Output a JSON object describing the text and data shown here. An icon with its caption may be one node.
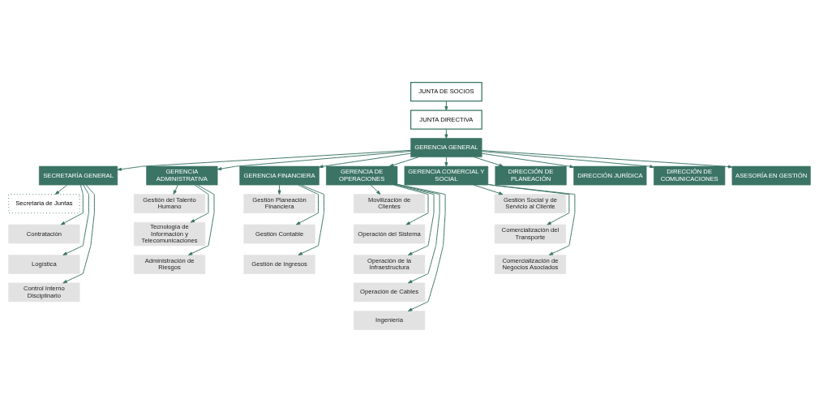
{
  "diagram": {
    "nodes": [
      {
        "text": [
          "JUNTA DE SOCIOS"
        ]
      },
      {
        "text": [
          "JUNTA DIRECTIVA"
        ]
      },
      {
        "text": [
          "GERENCIA GENERAL"
        ]
      },
      {
        "text": [
          "SECRETARÍA GENERAL"
        ]
      },
      {
        "text": [
          "Secretaria de Juntas"
        ]
      },
      {
        "text": [
          "Contratación"
        ]
      },
      {
        "text": [
          "Logística"
        ]
      },
      {
        "text": [
          "Control Interno Disciplinario"
        ]
      },
      {
        "text": [
          "GERENCIA ADMINISTRATIVA"
        ]
      },
      {
        "text": [
          "Gestión del Talento Humano"
        ]
      },
      {
        "text": [
          "Tecnología de Información y Telecomunicaciones"
        ]
      },
      {
        "text": [
          "Administración de Riesgos"
        ]
      },
      {
        "text": [
          "GERENCIA FINANCIERA"
        ]
      },
      {
        "text": [
          "Gestión Planeación Financiera"
        ]
      },
      {
        "text": [
          "Gestión Contable"
        ]
      },
      {
        "text": [
          "Gestión de Ingresos"
        ]
      },
      {
        "text": [
          "GERENCIA DE OPERACIONES"
        ]
      },
      {
        "text": [
          "Movilización de Clientes"
        ]
      },
      {
        "text": [
          "Operación del Sistema"
        ]
      },
      {
        "text": [
          "Operación de la Infraestructura"
        ]
      },
      {
        "text": [
          "Operación de Cables"
        ]
      },
      {
        "text": [
          "Ingeniería"
        ]
      },
      {
        "text": [
          "GERENCIA COMERCIAL Y SOCIAL"
        ]
      },
      {
        "text": [
          "Gestión Social y de Servicio al Cliente"
        ]
      },
      {
        "text": [
          "Comercialización del Transporte"
        ]
      },
      {
        "text": [
          "Comercialización de Negocios Asociados"
        ]
      },
      {
        "text": [
          "DIRECCIÓN DE PLANEACIÓN"
        ]
      },
      {
        "text": [
          "DIRECCIÓN JURÍDICA"
        ]
      },
      {
        "text": [
          "DIRECCIÓN DE COMUNICACIONES"
        ]
      },
      {
        "text": [
          "ASESORÍA EN GESTIÓN"
        ]
      }
    ],
    "edges": [
      {
        "from": 0,
        "to": 1,
        "arrow": "to"
      },
      {
        "from": 1,
        "to": 2,
        "arrow": "to"
      },
      {
        "from": 2,
        "to": 3,
        "arrow": "to"
      },
      {
        "from": 2,
        "to": 8,
        "arrow": "to"
      },
      {
        "from": 2,
        "to": 12,
        "arrow": "to"
      },
      {
        "from": 2,
        "to": 16,
        "arrow": "to"
      },
      {
        "from": 2,
        "to": 22,
        "arrow": "to"
      },
      {
        "from": 2,
        "to": 26,
        "arrow": "to"
      },
      {
        "from": 2,
        "to": 27,
        "arrow": "to"
      },
      {
        "from": 2,
        "to": 28,
        "arrow": "to"
      },
      {
        "from": 2,
        "to": 29,
        "arrow": "to"
      },
      {
        "from": 3,
        "to": 4,
        "arrow": "to"
      },
      {
        "from": 3,
        "to": 5,
        "arrow": "to"
      },
      {
        "from": 3,
        "to": 6,
        "arrow": "to"
      },
      {
        "from": 3,
        "to": 7,
        "arrow": "to"
      },
      {
        "from": 8,
        "to": 9,
        "arrow": "to"
      },
      {
        "from": 8,
        "to": 10,
        "arrow": "to"
      },
      {
        "from": 8,
        "to": 11,
        "arrow": "to"
      },
      {
        "from": 12,
        "to": 13,
        "arrow": "to"
      },
      {
        "from": 12,
        "to": 14,
        "arrow": "to"
      },
      {
        "from": 12,
        "to": 15,
        "arrow": "to"
      },
      {
        "from": 16,
        "to": 17,
        "arrow": "to"
      },
      {
        "from": 16,
        "to": 18,
        "arrow": "to"
      },
      {
        "from": 16,
        "to": 19,
        "arrow": "to"
      },
      {
        "from": 16,
        "to": 20,
        "arrow": "to"
      },
      {
        "from": 16,
        "to": 21,
        "arrow": "to"
      },
      {
        "from": 22,
        "to": 23,
        "arrow": "to"
      },
      {
        "from": 22,
        "to": 24,
        "arrow": "to"
      },
      {
        "from": 22,
        "to": 25,
        "arrow": "to"
      }
    ]
  }
}
